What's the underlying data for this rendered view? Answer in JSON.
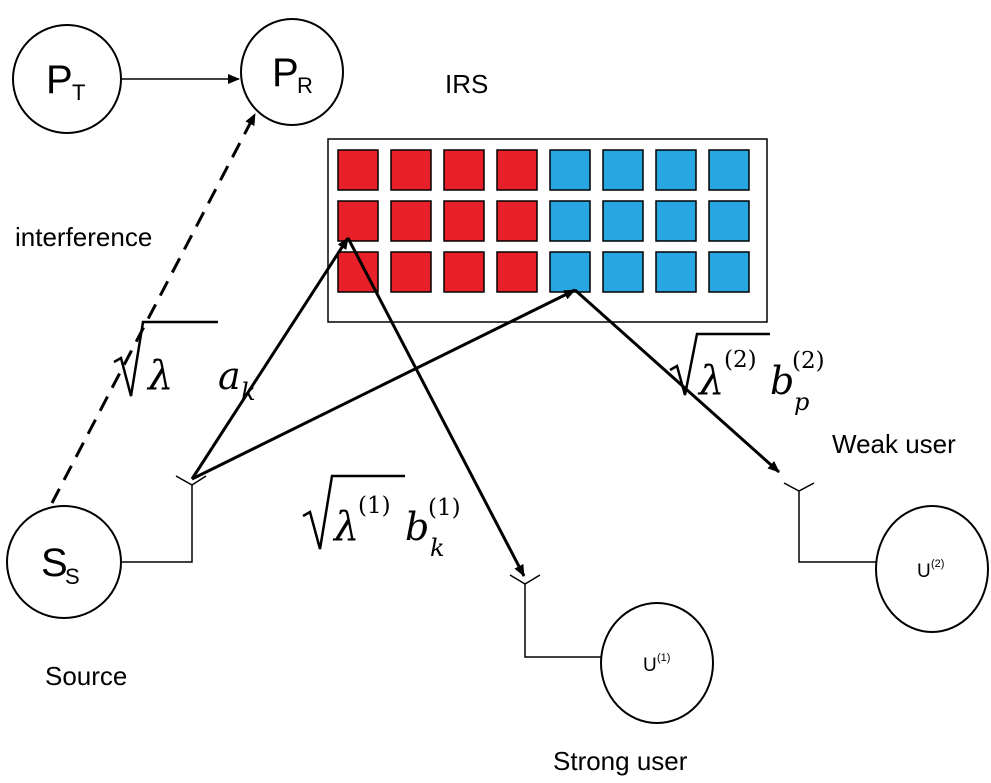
{
  "nodes": {
    "pt": {
      "main": "P",
      "sub": "T"
    },
    "pr": {
      "main": "P",
      "sub": "R"
    },
    "ss": {
      "main": "S",
      "sub": "S"
    },
    "u1": {
      "main": "U",
      "sup": "(1)"
    },
    "u2": {
      "main": "U",
      "sup": "(2)"
    }
  },
  "labels": {
    "irs": "IRS",
    "interference": "interference",
    "source": "Source",
    "strong_user": "Strong user",
    "weak_user": "Weak user"
  },
  "math": {
    "source_coef": {
      "radicand": "λ",
      "symbol": "a",
      "sub": "k"
    },
    "strong_coef": {
      "radicand": "λ",
      "radicand_sup": "(1)",
      "symbol": "b",
      "sup": "(1)",
      "sub": "k"
    },
    "weak_coef": {
      "radicand": "λ",
      "radicand_sup": "(2)",
      "symbol": "b",
      "sup": "(2)",
      "sub": "p"
    }
  },
  "irs_grid": {
    "rows": 3,
    "cols": 8,
    "red_cols": 4,
    "colors": {
      "red": "#e8202a",
      "blue": "#27a6e2",
      "outline": "#000000"
    }
  }
}
